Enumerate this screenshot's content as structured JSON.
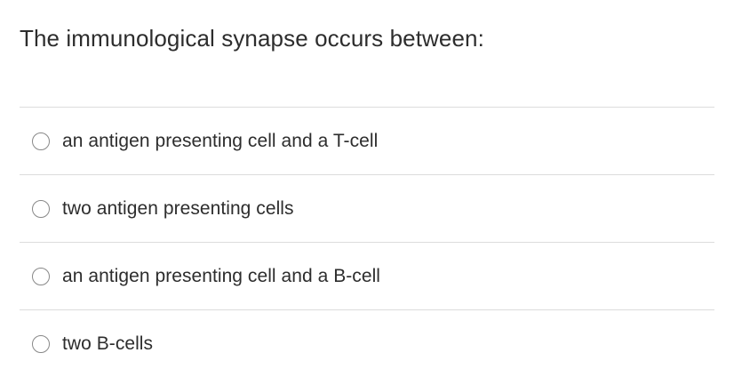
{
  "question": {
    "stem": "The immunological synapse occurs between:"
  },
  "options": [
    {
      "label": "an antigen presenting cell and a T-cell",
      "icon": "radio-unchecked-icon",
      "selected": false
    },
    {
      "label": "two antigen presenting cells",
      "icon": "radio-unchecked-icon",
      "selected": false
    },
    {
      "label": "an antigen presenting cell and a B-cell",
      "icon": "radio-unchecked-icon",
      "selected": false
    },
    {
      "label": "two B-cells",
      "icon": "radio-unchecked-icon",
      "selected": false
    }
  ],
  "colors": {
    "background": "#ffffff",
    "text": "#2d2d2d",
    "divider": "#dcdcdc",
    "radio_border": "#888888"
  }
}
